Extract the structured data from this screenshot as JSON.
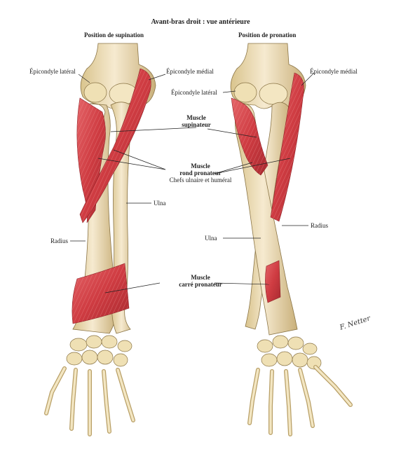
{
  "title": "Avant-bras droit : vue antérieure",
  "panels": {
    "supination": {
      "heading": "Position de supination",
      "labels": {
        "lateral_epicondyle": "Épicondyle latéral",
        "medial_epicondyle": "Épicondyle médial",
        "ulna": "Ulna",
        "radius": "Radius"
      }
    },
    "pronation": {
      "heading": "Position de pronation",
      "labels": {
        "medial_epicondyle": "Épicondyle médial",
        "lateral_epicondyle": "Épicondyle latéral",
        "radius": "Radius",
        "ulna": "Ulna"
      }
    }
  },
  "shared_labels": {
    "supinator_line1": "Muscle",
    "supinator_line2": "supinateur",
    "pronator_teres_line1": "Muscle",
    "pronator_teres_line2": "rond pronateur",
    "pronator_teres_heads": "Chefs ulnaire et huméral",
    "pronator_quadratus_line1": "Muscle",
    "pronator_quadratus_line2": "carré pronateur"
  },
  "signature": "F. Netter",
  "colors": {
    "bone": "#efe0b4",
    "bone_shadow": "#c8b27a",
    "bone_outline": "#8a7445",
    "muscle": "#d8454a",
    "muscle_dark": "#a82a30",
    "muscle_light": "#ec8a8a",
    "leader": "#222222"
  }
}
